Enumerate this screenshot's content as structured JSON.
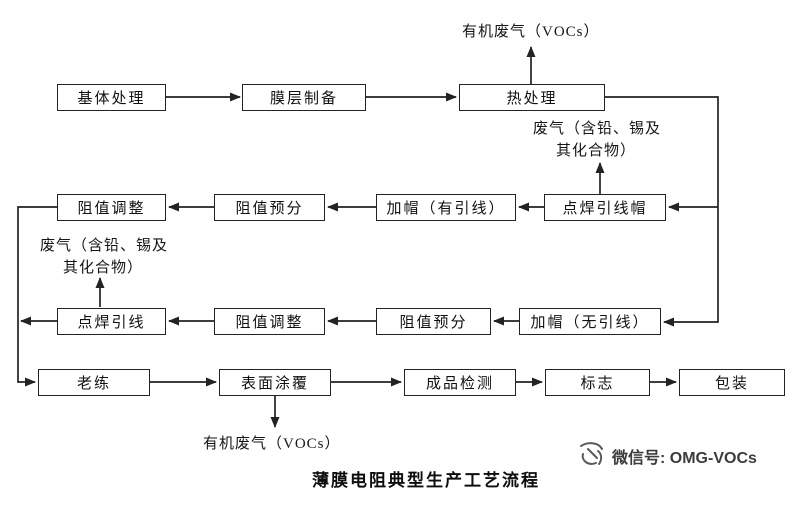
{
  "title": "薄膜电阻典型生产工艺流程",
  "watermark": "微信号: OMG-VOCs",
  "nodes": {
    "substrate": "基体处理",
    "film_prep": "膜层制备",
    "heat_treat": "热处理",
    "adjust_a": "阻值调整",
    "presort_a": "阻值预分",
    "cap_leaded": "加帽（有引线）",
    "weld_cap": "点焊引线帽",
    "weld_lead": "点焊引线",
    "adjust_b": "阻值调整",
    "presort_b": "阻值预分",
    "cap_leadless": "加帽（无引线）",
    "aging": "老练",
    "surface_coat": "表面涂覆",
    "final_test": "成品检测",
    "marking": "标志",
    "packing": "包装"
  },
  "emissions": {
    "vocs_top": "有机废气（VOCs）",
    "waste_right_l1": "废气（含铅、锡及",
    "waste_right_l2": "其化合物）",
    "waste_left_l1": "废气（含铅、锡及",
    "waste_left_l2": "其化合物）",
    "vocs_bottom": "有机废气（VOCs）"
  }
}
